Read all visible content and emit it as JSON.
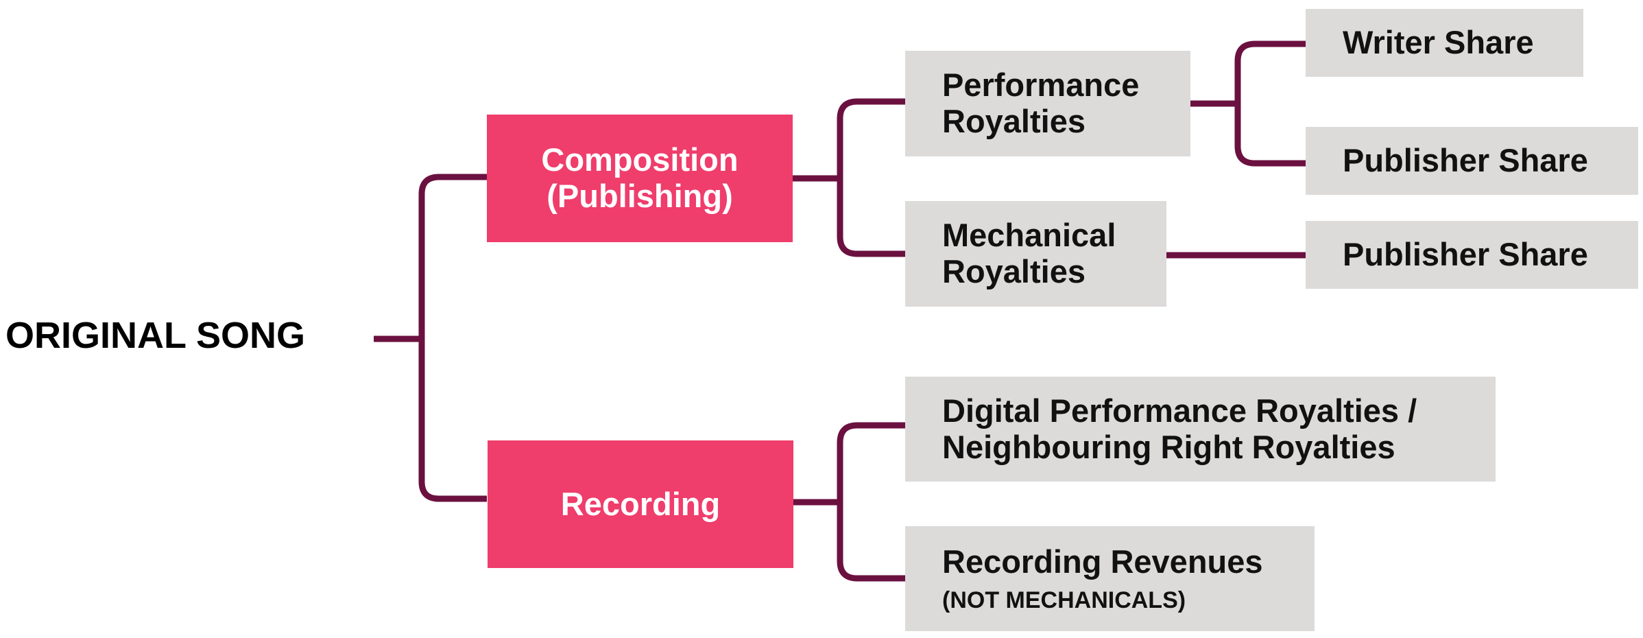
{
  "diagram": {
    "root": {
      "label": "ORIGINAL SONG"
    },
    "composition": {
      "line1": "Composition",
      "line2": "(Publishing)"
    },
    "recording": {
      "label": "Recording"
    },
    "performance_royalties": {
      "line1": "Performance",
      "line2": "Royalties"
    },
    "mechanical_royalties": {
      "line1": "Mechanical",
      "line2": "Royalties"
    },
    "writer_share": {
      "label": "Writer Share"
    },
    "performance_publisher_share": {
      "label": "Publisher Share"
    },
    "mechanical_publisher_share": {
      "label": "Publisher Share"
    },
    "digital_performance": {
      "line1": "Digital Performance Royalties /",
      "line2": "Neighbouring Right Royalties"
    },
    "recording_revenues": {
      "line1": "Recording Revenues",
      "line2": "(NOT MECHANICALS)"
    }
  },
  "colors": {
    "connector": "#6b1140",
    "primary_box": "#ef3d6c",
    "secondary_box": "#dcdbd9"
  }
}
